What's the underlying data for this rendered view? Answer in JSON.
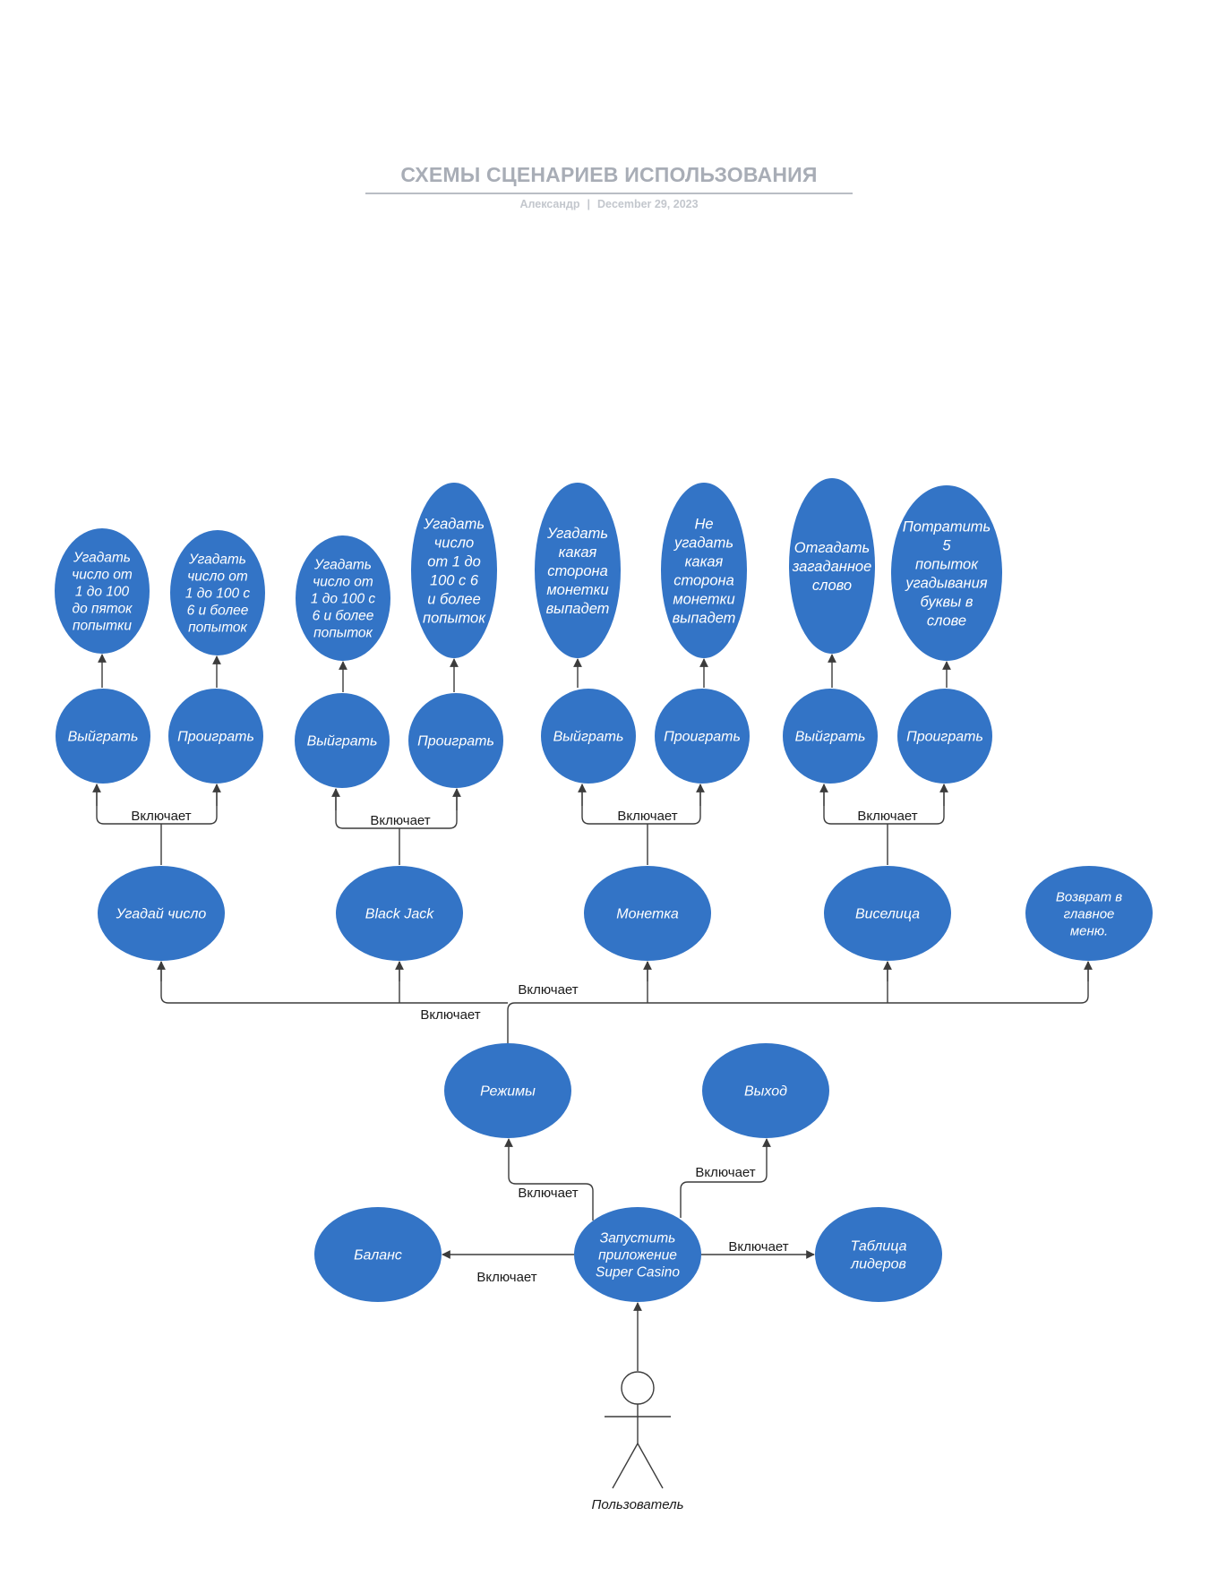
{
  "header": {
    "title": "СХЕМЫ СЦЕНАРИЕВ ИСПОЛЬЗОВАНИЯ",
    "author": "Александр",
    "separator": "|",
    "date": "December 29, 2023"
  },
  "actor": {
    "label": "Пользователь"
  },
  "edge_label": "Включает",
  "colors": {
    "node_fill": "#3374c6",
    "node_text": "#ffffff",
    "line": "#3c3c3c"
  },
  "nodes": [
    {
      "id": "guess-win-goal",
      "lines": [
        "Угадать",
        "число от",
        "1 до 100",
        "до пяток",
        "попытки"
      ]
    },
    {
      "id": "guess-lose-goal",
      "lines": [
        "Угадать",
        "число от",
        "1 до 100 с",
        "6 и более",
        "попыток"
      ]
    },
    {
      "id": "bj-win-goal",
      "lines": [
        "Угадать",
        "число от",
        "1 до 100 с",
        "6 и более",
        "попыток"
      ]
    },
    {
      "id": "bj-lose-goal",
      "lines": [
        "Угадать",
        "число",
        "от 1 до",
        "100 с 6",
        "и более",
        "попыток"
      ]
    },
    {
      "id": "coin-win-goal",
      "lines": [
        "Угадать",
        "какая",
        "сторона",
        "монетки",
        "выпадет"
      ]
    },
    {
      "id": "coin-lose-goal",
      "lines": [
        "Не",
        "угадать",
        "какая",
        "сторона",
        "монетки",
        "выпадет"
      ]
    },
    {
      "id": "hang-win-goal",
      "lines": [
        "Отгадать",
        "загаданное",
        "слово"
      ]
    },
    {
      "id": "hang-lose-goal",
      "lines": [
        "Потратить",
        "5",
        "попыток",
        "угадывания",
        "буквы в",
        "слове"
      ]
    },
    {
      "id": "guess-win",
      "lines": [
        "Выйграть"
      ]
    },
    {
      "id": "guess-lose",
      "lines": [
        "Проиграть"
      ]
    },
    {
      "id": "bj-win",
      "lines": [
        "Выйграть"
      ]
    },
    {
      "id": "bj-lose",
      "lines": [
        "Проиграть"
      ]
    },
    {
      "id": "coin-win",
      "lines": [
        "Выйграть"
      ]
    },
    {
      "id": "coin-lose",
      "lines": [
        "Проиграть"
      ]
    },
    {
      "id": "hang-win",
      "lines": [
        "Выйграть"
      ]
    },
    {
      "id": "hang-lose",
      "lines": [
        "Проиграть"
      ]
    },
    {
      "id": "guess-number",
      "lines": [
        "Угадай число"
      ]
    },
    {
      "id": "black-jack",
      "lines": [
        "Black Jack"
      ]
    },
    {
      "id": "coin",
      "lines": [
        "Монетка"
      ]
    },
    {
      "id": "hangman",
      "lines": [
        "Виселица"
      ]
    },
    {
      "id": "return-menu",
      "lines": [
        "Возврат в",
        "главное",
        "меню."
      ]
    },
    {
      "id": "modes",
      "lines": [
        "Режимы"
      ]
    },
    {
      "id": "exit",
      "lines": [
        "Выход"
      ]
    },
    {
      "id": "balance",
      "lines": [
        "Баланс"
      ]
    },
    {
      "id": "launch",
      "lines": [
        "Запустить",
        "приложение",
        "Super Casino"
      ]
    },
    {
      "id": "leaderboard",
      "lines": [
        "Таблица",
        "лидеров"
      ]
    }
  ]
}
